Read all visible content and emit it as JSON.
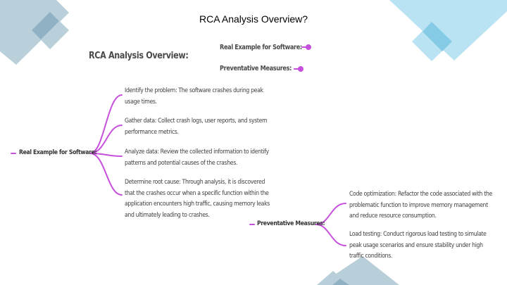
{
  "slide": {
    "title": "RCA Analysis Overview?",
    "heading": "RCA Analysis Overview:"
  },
  "summary_nodes": [
    {
      "label": "Real Example for Software:"
    },
    {
      "label": "Preventative Measures:"
    }
  ],
  "mindmap": {
    "branches": [
      {
        "label": "Real Example for Software:",
        "children": [
          {
            "lines": [
              "Identify the problem: The software crashes during peak",
              "usage times."
            ]
          },
          {
            "lines": [
              "Gather data: Collect crash logs, user reports, and system",
              "performance metrics."
            ]
          },
          {
            "lines": [
              "Analyze data: Review the collected information to identify",
              "patterns and potential causes of the crashes."
            ]
          },
          {
            "lines": [
              "Determine root cause: Through analysis, it is discovered",
              "that the crashes occur when a specific function within the",
              "application encounters high traffic, causing memory leaks",
              "and ultimately leading to crashes."
            ]
          }
        ]
      },
      {
        "label": "Preventative Measures:",
        "children": [
          {
            "lines": [
              "Code optimization: Refactor the code associated with the",
              "problematic function to improve memory management",
              "and reduce resource consumption."
            ]
          },
          {
            "lines": [
              "Load testing: Conduct rigorous load testing to simulate",
              "peak usage scenarios and ensure stability under high",
              "traffic conditions."
            ]
          }
        ]
      }
    ]
  },
  "colors": {
    "connector": "#c64fdc",
    "deco_gray_blue": "#b7cdd8",
    "deco_gray_blue_dark": "#8fb0c2",
    "deco_light_blue": "#b9e1f1",
    "deco_light_blue_dark": "#86cbe6"
  }
}
